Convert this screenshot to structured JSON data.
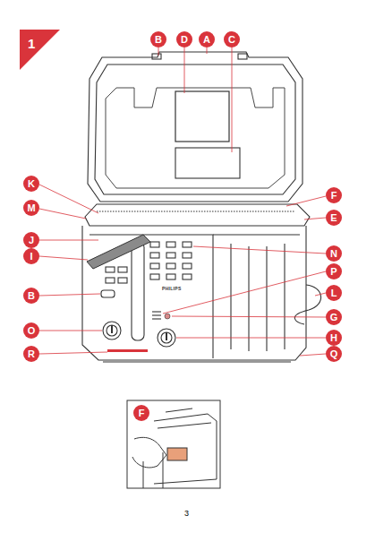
{
  "diagram": {
    "labels": [
      "1",
      "B",
      "D",
      "A",
      "C",
      "K",
      "F",
      "M",
      "E",
      "J",
      "N",
      "I",
      "P",
      "B",
      "L",
      "O",
      "G",
      "H",
      "R",
      "Q",
      "F",
      "PHILIPS",
      "3"
    ]
  }
}
